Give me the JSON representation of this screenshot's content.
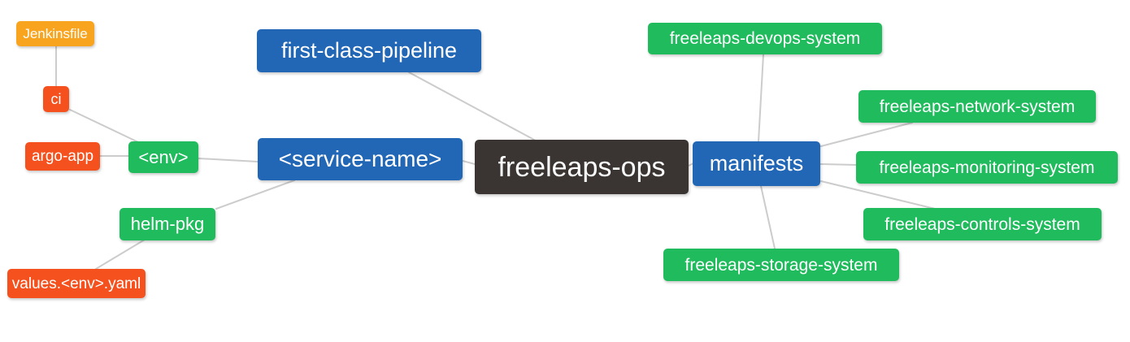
{
  "diagram": {
    "type": "mindmap",
    "root": "freeleaps-ops"
  },
  "nodes": {
    "jenkinsfile": {
      "label": "Jenkinsfile",
      "color": "#F8A41F"
    },
    "ci": {
      "label": "ci",
      "color": "#F4511E"
    },
    "argo_app": {
      "label": "argo-app",
      "color": "#F4511E"
    },
    "env": {
      "label": "<env>",
      "color": "#20BB5D"
    },
    "first_class_pipeline": {
      "label": "first-class-pipeline",
      "color": "#2267B5"
    },
    "service_name": {
      "label": "<service-name>",
      "color": "#2267B5"
    },
    "freeleaps_ops": {
      "label": "freeleaps-ops",
      "color": "#3A3533"
    },
    "manifests": {
      "label": "manifests",
      "color": "#2267B5"
    },
    "freeleaps_devops_system": {
      "label": "freeleaps-devops-system",
      "color": "#20BB5D"
    },
    "freeleaps_network_system": {
      "label": "freeleaps-network-system",
      "color": "#20BB5D"
    },
    "freeleaps_monitoring_system": {
      "label": "freeleaps-monitoring-system",
      "color": "#20BB5D"
    },
    "freeleaps_controls_system": {
      "label": "freeleaps-controls-system",
      "color": "#20BB5D"
    },
    "freeleaps_storage_system": {
      "label": "freeleaps-storage-system",
      "color": "#20BB5D"
    },
    "helm_pkg": {
      "label": "helm-pkg",
      "color": "#20BB5D"
    },
    "values_env_yaml": {
      "label": "values.<env>.yaml",
      "color": "#F4511E"
    }
  },
  "edges": [
    {
      "from": "jenkinsfile",
      "to": "ci"
    },
    {
      "from": "ci",
      "to": "env"
    },
    {
      "from": "argo_app",
      "to": "env"
    },
    {
      "from": "env",
      "to": "service_name"
    },
    {
      "from": "first_class_pipeline",
      "to": "freeleaps_ops"
    },
    {
      "from": "service_name",
      "to": "freeleaps_ops"
    },
    {
      "from": "service_name",
      "to": "helm_pkg"
    },
    {
      "from": "helm_pkg",
      "to": "values_env_yaml"
    },
    {
      "from": "freeleaps_ops",
      "to": "manifests"
    },
    {
      "from": "manifests",
      "to": "freeleaps_devops_system"
    },
    {
      "from": "manifests",
      "to": "freeleaps_network_system"
    },
    {
      "from": "manifests",
      "to": "freeleaps_monitoring_system"
    },
    {
      "from": "manifests",
      "to": "freeleaps_controls_system"
    },
    {
      "from": "manifests",
      "to": "freeleaps_storage_system"
    }
  ],
  "colors": {
    "orange": "#F8A41F",
    "red": "#F4511E",
    "green": "#20BB5D",
    "blue": "#2267B5",
    "dark": "#3A3533",
    "edge": "#CCCCCC",
    "text": "#FFFFFF",
    "background": "#FFFFFF"
  }
}
